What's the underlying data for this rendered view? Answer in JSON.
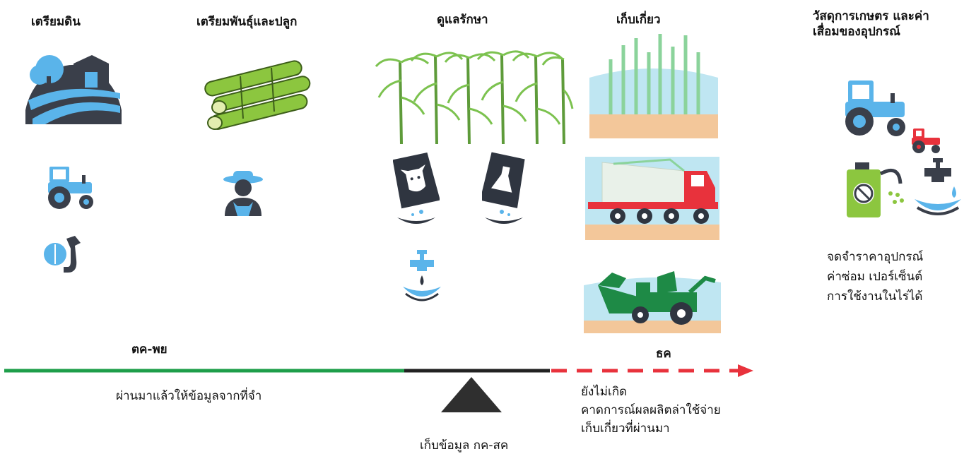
{
  "stages": {
    "soil": "เตรียมดิน",
    "planting": "เตรียมพันธุ์และปลูก",
    "care": "ดูแลรักษา",
    "harvest": "เก็บเกี่ยว",
    "materials_line1": "วัสดุการเกษตร และค่า",
    "materials_line2": "เสื่อมของอุปกรณ์"
  },
  "equipment_note": {
    "line1": "จดจำราคาอุปกรณ์",
    "line2": "ค่าซ่อม เปอร์เซ็นต์",
    "line3": "การใช้งานในไร่ได้"
  },
  "timeline": {
    "past_period": "ตค-พย",
    "past_note": "ผ่านมาแล้วให้ข้อมูลจากที่จำ",
    "future_period": "ธค",
    "future_line1": "ยังไม่เกิด",
    "future_line2": "คาดการณ์ผลผลิตล่าใช้จ่าย",
    "future_line3": "เก็บเกี่ยวที่ผ่านมา",
    "collect_note": "เก็บข้อมูล กค-สค"
  },
  "colors": {
    "past_line": "#1e9e4a",
    "current_line": "#222222",
    "future_line": "#e8323c",
    "icon_blue": "#5ab4ea"
  },
  "icons": [
    "farm-icon",
    "tractor-icon",
    "fuel-icon",
    "sugarcane-icon",
    "farmer-icon",
    "sugarcane-field-icon",
    "manure-bag-icon",
    "chemical-bag-icon",
    "water-tap-icon",
    "harvested-field-icon",
    "cane-truck-icon",
    "cane-harvester-icon",
    "tractor-large-icon",
    "tractor-small-red-icon",
    "sprayer-icon",
    "water-tap-large-icon",
    "fulcrum-triangle-icon"
  ]
}
